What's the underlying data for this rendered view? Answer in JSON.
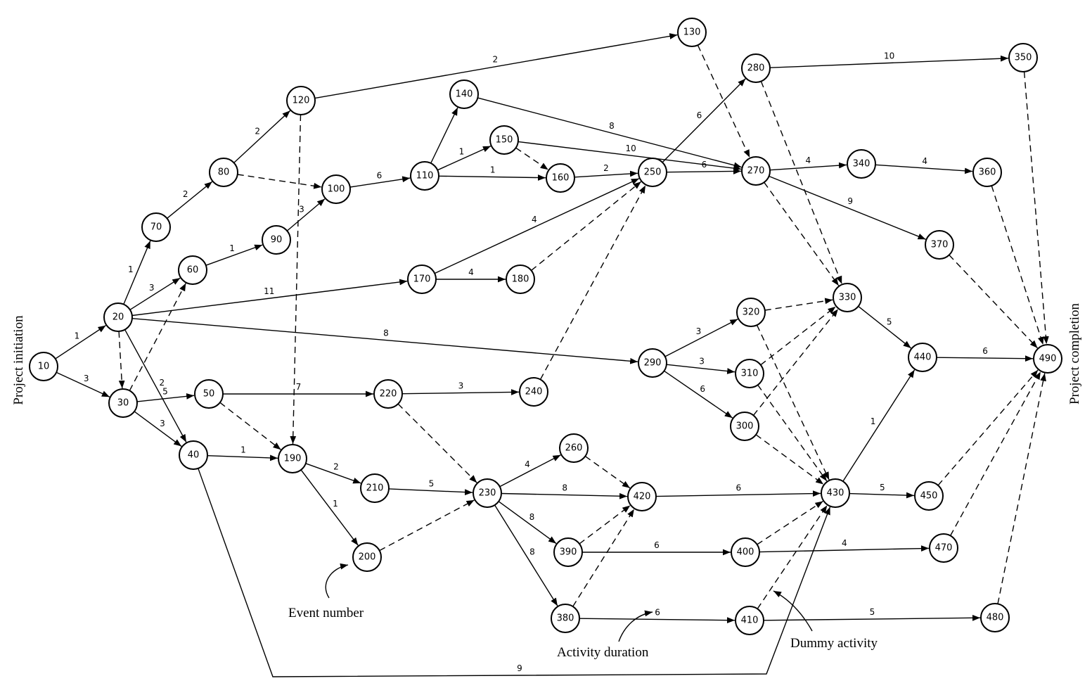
{
  "annotations": {
    "project_initiation": "Project initiation",
    "project_completion": "Project completion",
    "event_number": "Event number",
    "activity_duration": "Activity duration",
    "dummy_activity": "Dummy activity"
  },
  "nodes": [
    "10",
    "20",
    "30",
    "40",
    "50",
    "60",
    "70",
    "80",
    "90",
    "100",
    "110",
    "120",
    "130",
    "140",
    "150",
    "160",
    "170",
    "180",
    "190",
    "200",
    "210",
    "220",
    "230",
    "240",
    "250",
    "260",
    "270",
    "280",
    "290",
    "300",
    "310",
    "320",
    "330",
    "340",
    "350",
    "360",
    "370",
    "380",
    "390",
    "400",
    "410",
    "420",
    "430",
    "440",
    "450",
    "470",
    "480",
    "490"
  ],
  "edges": [
    {
      "from": "10",
      "to": "20",
      "duration": "1"
    },
    {
      "from": "10",
      "to": "30",
      "duration": "3"
    },
    {
      "from": "20",
      "to": "30",
      "dummy": true
    },
    {
      "from": "20",
      "to": "40",
      "duration": "2"
    },
    {
      "from": "20",
      "to": "60",
      "duration": "3"
    },
    {
      "from": "20",
      "to": "70",
      "duration": "1"
    },
    {
      "from": "20",
      "to": "170",
      "duration": "11"
    },
    {
      "from": "20",
      "to": "290",
      "duration": "8"
    },
    {
      "from": "30",
      "to": "60",
      "dummy": true
    },
    {
      "from": "30",
      "to": "50",
      "duration": "5"
    },
    {
      "from": "30",
      "to": "40",
      "duration": "3"
    },
    {
      "from": "70",
      "to": "80",
      "duration": "2"
    },
    {
      "from": "80",
      "to": "120",
      "duration": "2"
    },
    {
      "from": "80",
      "to": "100",
      "dummy": true
    },
    {
      "from": "60",
      "to": "90",
      "duration": "1"
    },
    {
      "from": "90",
      "to": "100",
      "duration": "3"
    },
    {
      "from": "100",
      "to": "110",
      "duration": "6"
    },
    {
      "from": "120",
      "to": "130",
      "duration": "2"
    },
    {
      "from": "120",
      "to": "190",
      "dummy": true
    },
    {
      "from": "110",
      "to": "140",
      "duration": ""
    },
    {
      "from": "110",
      "to": "150",
      "duration": "1"
    },
    {
      "from": "110",
      "to": "160",
      "duration": "1"
    },
    {
      "from": "140",
      "to": "270",
      "duration": "8"
    },
    {
      "from": "150",
      "to": "270",
      "duration": "10"
    },
    {
      "from": "150",
      "to": "160",
      "dummy": true
    },
    {
      "from": "160",
      "to": "250",
      "duration": "2"
    },
    {
      "from": "170",
      "to": "250",
      "duration": "4"
    },
    {
      "from": "170",
      "to": "180",
      "duration": "4"
    },
    {
      "from": "180",
      "to": "250",
      "dummy": true
    },
    {
      "from": "240",
      "to": "250",
      "dummy": true
    },
    {
      "from": "250",
      "to": "280",
      "duration": "6"
    },
    {
      "from": "250",
      "to": "270",
      "duration": "6"
    },
    {
      "from": "130",
      "to": "270",
      "dummy": true
    },
    {
      "from": "280",
      "to": "350",
      "duration": "10"
    },
    {
      "from": "280",
      "to": "330",
      "dummy": true
    },
    {
      "from": "270",
      "to": "340",
      "duration": "4"
    },
    {
      "from": "270",
      "to": "330",
      "dummy": true
    },
    {
      "from": "270",
      "to": "370",
      "duration": "9"
    },
    {
      "from": "340",
      "to": "360",
      "duration": "4"
    },
    {
      "from": "360",
      "to": "490",
      "dummy": true
    },
    {
      "from": "350",
      "to": "490",
      "dummy": true
    },
    {
      "from": "370",
      "to": "490",
      "dummy": true
    },
    {
      "from": "330",
      "to": "440",
      "duration": "5"
    },
    {
      "from": "440",
      "to": "490",
      "duration": "6"
    },
    {
      "from": "290",
      "to": "320",
      "duration": "3"
    },
    {
      "from": "290",
      "to": "310",
      "duration": "3"
    },
    {
      "from": "290",
      "to": "300",
      "duration": "6"
    },
    {
      "from": "320",
      "to": "330",
      "dummy": true
    },
    {
      "from": "310",
      "to": "330",
      "dummy": true
    },
    {
      "from": "300",
      "to": "330",
      "dummy": true
    },
    {
      "from": "320",
      "to": "430",
      "dummy": true
    },
    {
      "from": "310",
      "to": "430",
      "dummy": true
    },
    {
      "from": "300",
      "to": "430",
      "dummy": true
    },
    {
      "from": "50",
      "to": "220",
      "duration": "7"
    },
    {
      "from": "50",
      "to": "190",
      "dummy": true
    },
    {
      "from": "220",
      "to": "240",
      "duration": "3"
    },
    {
      "from": "220",
      "to": "230",
      "dummy": true
    },
    {
      "from": "40",
      "to": "190",
      "duration": "1"
    },
    {
      "from": "40",
      "to": "430",
      "duration": "9"
    },
    {
      "from": "190",
      "to": "210",
      "duration": "2"
    },
    {
      "from": "190",
      "to": "200",
      "duration": "1"
    },
    {
      "from": "210",
      "to": "230",
      "duration": "5"
    },
    {
      "from": "200",
      "to": "230",
      "dummy": true
    },
    {
      "from": "230",
      "to": "260",
      "duration": "4"
    },
    {
      "from": "230",
      "to": "420",
      "duration": "8"
    },
    {
      "from": "230",
      "to": "390",
      "duration": "8"
    },
    {
      "from": "230",
      "to": "380",
      "duration": "8"
    },
    {
      "from": "260",
      "to": "420",
      "dummy": true
    },
    {
      "from": "390",
      "to": "420",
      "dummy": true
    },
    {
      "from": "380",
      "to": "420",
      "dummy": true
    },
    {
      "from": "390",
      "to": "400",
      "duration": "6"
    },
    {
      "from": "380",
      "to": "410",
      "duration": "6"
    },
    {
      "from": "420",
      "to": "430",
      "duration": "6"
    },
    {
      "from": "400",
      "to": "430",
      "dummy": true
    },
    {
      "from": "410",
      "to": "430",
      "dummy": true
    },
    {
      "from": "400",
      "to": "470",
      "duration": "4"
    },
    {
      "from": "410",
      "to": "480",
      "duration": "5"
    },
    {
      "from": "430",
      "to": "440",
      "duration": "1"
    },
    {
      "from": "430",
      "to": "450",
      "duration": "5"
    },
    {
      "from": "450",
      "to": "490",
      "dummy": true
    },
    {
      "from": "470",
      "to": "490",
      "dummy": true
    },
    {
      "from": "480",
      "to": "490",
      "dummy": true
    }
  ]
}
